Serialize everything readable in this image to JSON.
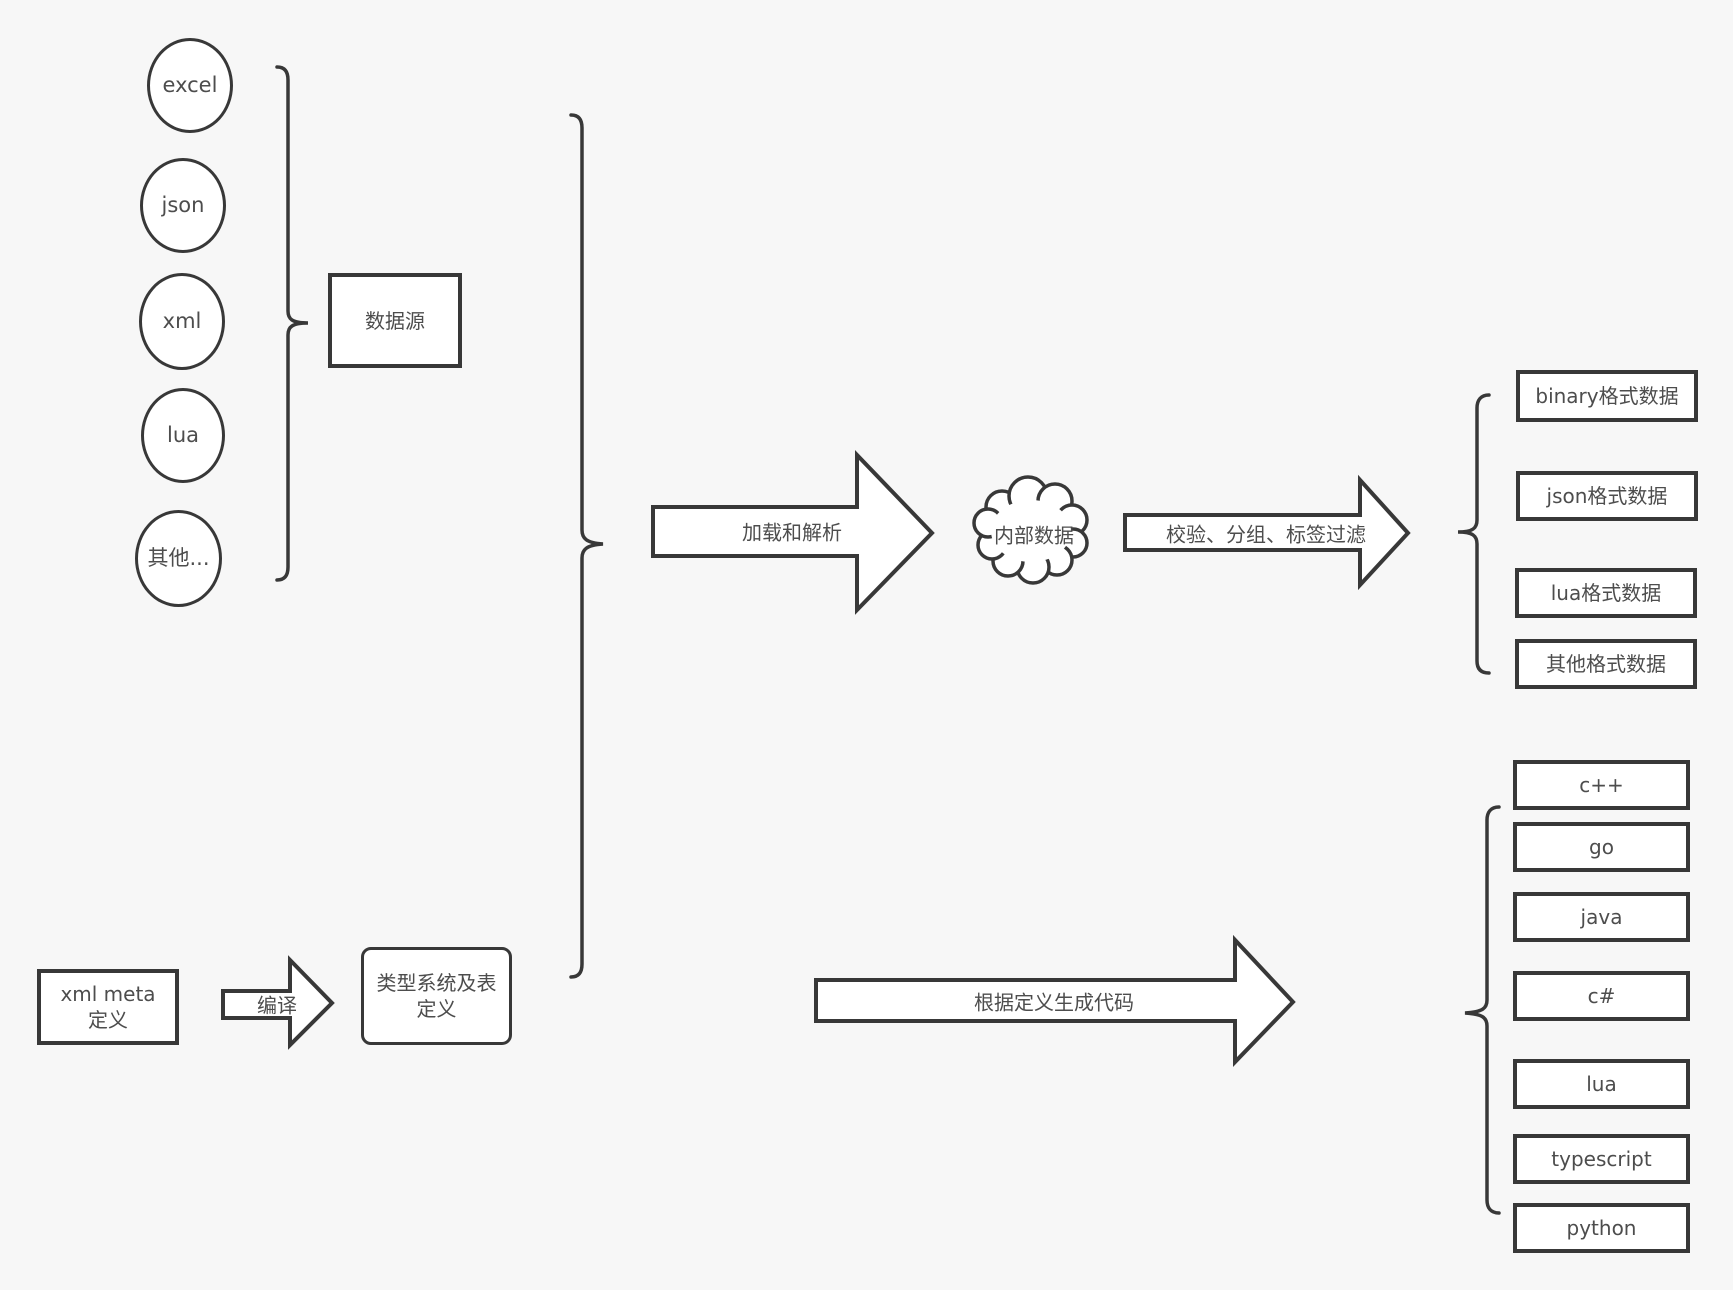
{
  "sources": {
    "items": [
      {
        "label": "excel"
      },
      {
        "label": "json"
      },
      {
        "label": "xml"
      },
      {
        "label": "lua"
      },
      {
        "label": "其他..."
      }
    ],
    "group_label": "数据源"
  },
  "meta": {
    "xml_meta_label": "xml meta定义",
    "compile_arrow_label": "编译",
    "type_system_label": "类型系统及表定义"
  },
  "pipeline": {
    "load_arrow_label": "加载和解析",
    "internal_data_label": "内部数据",
    "filter_arrow_label": "校验、分组、标签过滤",
    "generate_arrow_label": "根据定义生成代码"
  },
  "outputs": {
    "data_formats": [
      "binary格式数据",
      "json格式数据",
      "lua格式数据",
      "其他格式数据"
    ],
    "languages": [
      "c++",
      "go",
      "java",
      "c#",
      "lua",
      "typescript",
      "python"
    ]
  },
  "colors": {
    "background": "#f7f7f7",
    "stroke": "#383838",
    "text": "#4d4d4d",
    "node_fill": "#ffffff"
  }
}
